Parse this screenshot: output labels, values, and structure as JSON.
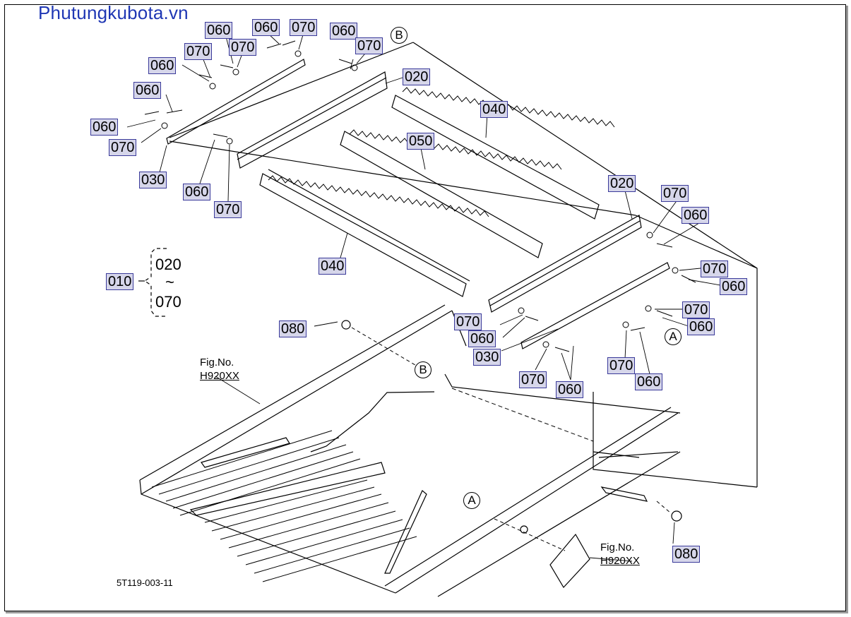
{
  "watermark": "Phutungkubota.vn",
  "drawing_code": "5T119-003-11",
  "figure_refs": [
    {
      "line1": "Fig.No.",
      "line2": "H920XX"
    },
    {
      "line1": "Fig.No.",
      "line2": "H920XX"
    }
  ],
  "assembly_group": {
    "part": "010",
    "from": "020",
    "tilde": "~",
    "to": "070"
  },
  "detail_markers": {
    "a": "A",
    "b": "B"
  },
  "callouts": {
    "c1": "060",
    "c2": "060",
    "c3": "070",
    "c4": "070",
    "c5": "070",
    "c6": "060",
    "c7": "070",
    "c8": "060",
    "c9": "060",
    "c10": "060",
    "c11": "070",
    "c12": "030",
    "c13": "060",
    "c14": "070",
    "c15": "020",
    "c16": "040",
    "c17": "050",
    "c18": "040",
    "c19": "020",
    "c20": "070",
    "c21": "060",
    "c22": "070",
    "c23": "060",
    "c24": "070",
    "c25": "060",
    "c26": "070",
    "c27": "060",
    "c28": "030",
    "c29": "070",
    "c30": "060",
    "c31": "070",
    "c32": "060",
    "c33": "080",
    "c34": "080"
  },
  "colors": {
    "watermark": "#1f37b4",
    "label_bg": "#d6d6ea",
    "label_border": "#3a3a9a"
  }
}
